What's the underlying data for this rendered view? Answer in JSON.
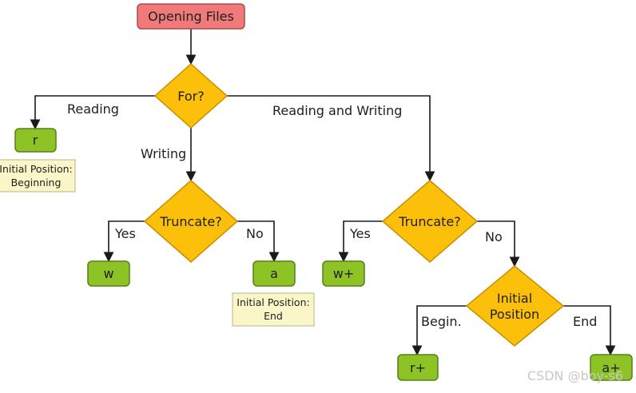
{
  "nodes": {
    "start": "Opening Files",
    "for": "For?",
    "r": "r",
    "truncate_w": "Truncate?",
    "w": "w",
    "a": "a",
    "truncate_rw": "Truncate?",
    "wplus": "w+",
    "initial_position": [
      "Initial",
      "Position"
    ],
    "rplus": "r+",
    "aplus": "a+"
  },
  "notes": {
    "r_note": [
      "Initial Position:",
      "Beginning"
    ],
    "a_note": [
      "Initial Position:",
      "End"
    ]
  },
  "edges": {
    "reading": "Reading",
    "writing": "Writing",
    "reading_and_writing": "Reading and Writing",
    "w_yes": "Yes",
    "w_no": "No",
    "rw_yes": "Yes",
    "rw_no": "No",
    "begin": "Begin.",
    "end": "End"
  },
  "watermark": "CSDN @boy-s6",
  "colors": {
    "terminal": "#f07a7a",
    "mode": "#8ec326",
    "decision": "#fcc00a",
    "note": "#fbf6c8"
  }
}
